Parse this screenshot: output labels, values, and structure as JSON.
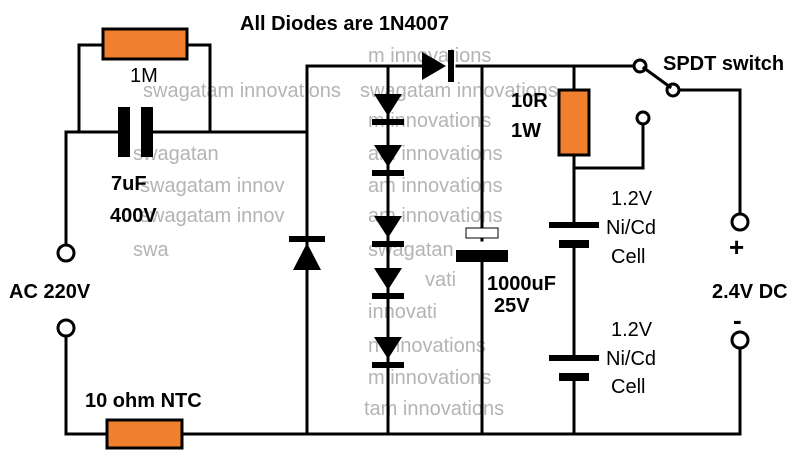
{
  "title": "All Diodes are 1N4007",
  "components": {
    "top_resistor": "1M",
    "cap_value": "7uF",
    "cap_voltage": "400V",
    "ac_label": "AC 220V",
    "ntc": "10 ohm NTC",
    "series_resistor_value": "10R",
    "series_resistor_power": "1W",
    "switch": "SPDT switch",
    "filter_cap_value": "1000uF",
    "filter_cap_voltage": "25V",
    "cell1": [
      "1.2V",
      "Ni/Cd",
      "Cell"
    ],
    "cell2": [
      "1.2V",
      "Ni/Cd",
      "Cell"
    ],
    "dc_out": "2.4V DC",
    "plus": "+",
    "minus": "-"
  },
  "watermark": {
    "text_lines": [
      "m innovations",
      "swagatam innovations",
      "swagatam innovations",
      "m innovations",
      "swagatan",
      "am innovations",
      "swagatam innov",
      "am innovations",
      "swagatam innov",
      "am innovations",
      "swa",
      "swagatan",
      "vati",
      "innovati",
      "n innovations",
      "m innovations",
      "tam innovations"
    ]
  }
}
